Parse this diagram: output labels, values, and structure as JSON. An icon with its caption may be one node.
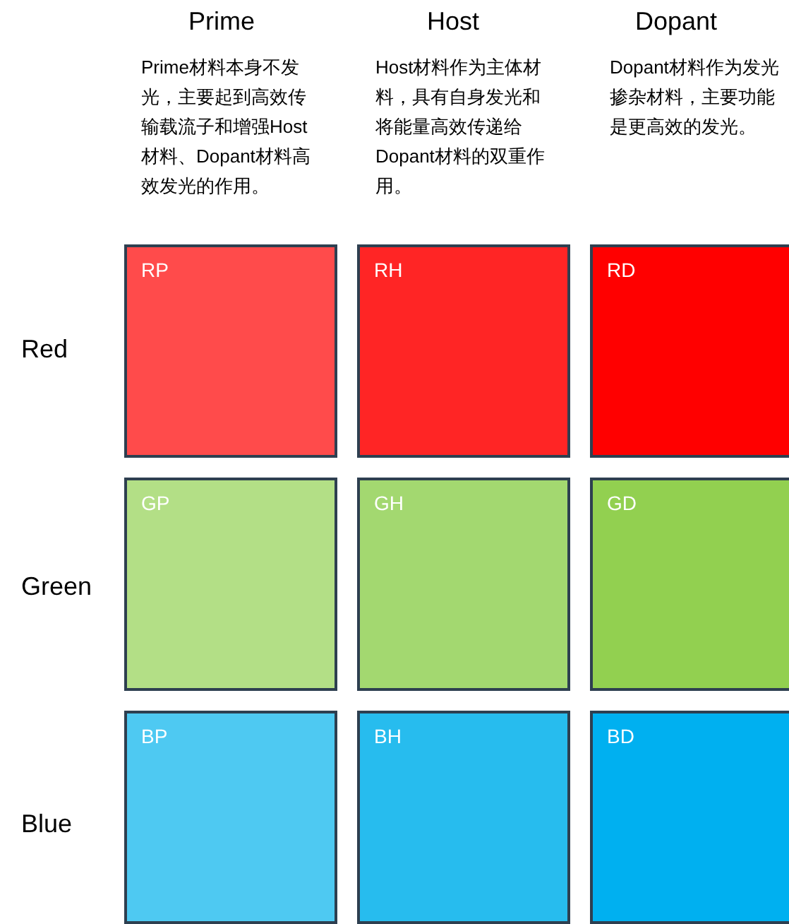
{
  "diagram": {
    "nodes": [
      {
        "text": [
          "RP"
        ]
      },
      {
        "text": [
          "RH"
        ]
      },
      {
        "text": [
          "RD"
        ]
      },
      {
        "text": [
          "GP"
        ]
      },
      {
        "text": [
          "GH"
        ]
      },
      {
        "text": [
          "GD"
        ]
      },
      {
        "text": [
          "BP"
        ]
      },
      {
        "text": [
          "BH"
        ]
      },
      {
        "text": [
          "BD"
        ]
      }
    ],
    "labels": [
      "Prime",
      "Host",
      "Dopant",
      "Prime材料本身不发光，主要起到高效传输载流子和增强Host材料、Dopant材料高效发光的作用。",
      "Host材料作为主体材料，具有自身发光和将能量高效传递给Dopant材料的双重作用。",
      "Dopant材料作为发光掺杂材料，主要功能是更高效的发光。",
      "Red",
      "Green",
      "Blue"
    ]
  }
}
